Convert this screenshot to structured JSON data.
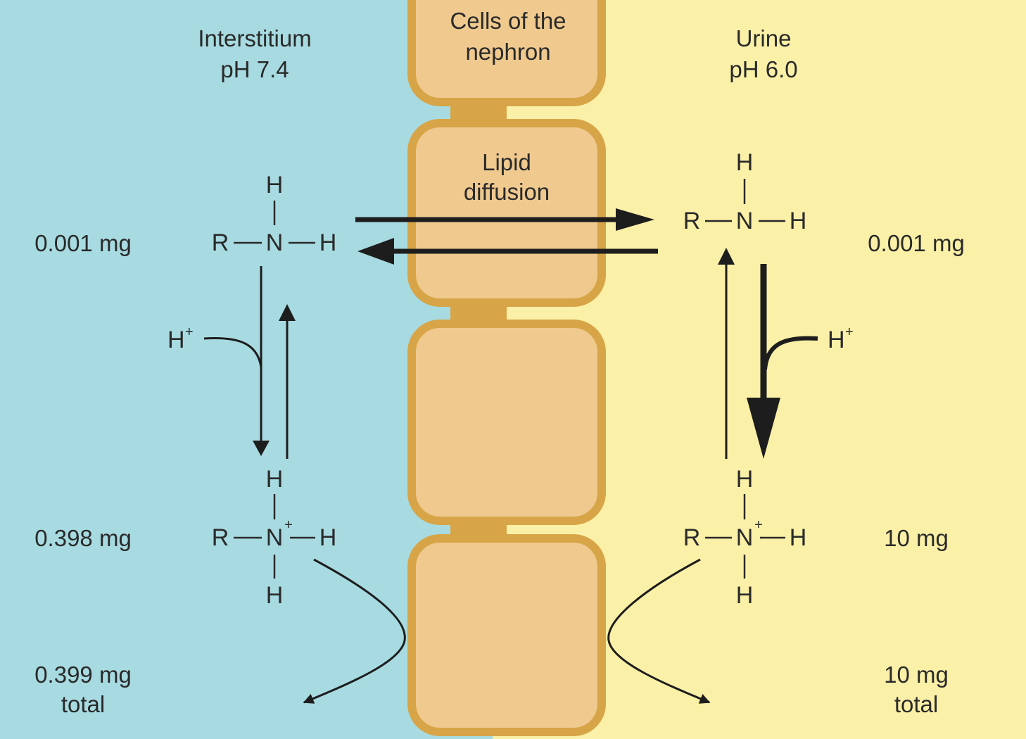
{
  "colors": {
    "interstitium_bg": "#a7dbe1",
    "urine_bg": "#fbf0a7",
    "cell_fill": "#efc98e",
    "cell_stroke": "#d7a548",
    "arrow": "#1d1d1d",
    "text": "#2a2a2a"
  },
  "interstitium": {
    "title": "Interstitium",
    "ph": "pH 7.4",
    "unionized_amount": "0.001 mg",
    "ionized_amount": "0.398 mg",
    "total_amount": "0.399 mg",
    "total_word": "total",
    "proton": "H"
  },
  "nephron": {
    "title_line1": "Cells of the",
    "title_line2": "nephron",
    "process_line1": "Lipid",
    "process_line2": "diffusion"
  },
  "urine": {
    "title": "Urine",
    "ph": "pH 6.0",
    "unionized_amount": "0.001 mg",
    "ionized_amount": "10 mg",
    "total_amount": "10 mg",
    "total_word": "total",
    "proton": "H"
  },
  "molecule": {
    "r": "R",
    "n": "N",
    "h": "H",
    "plus": "+"
  }
}
